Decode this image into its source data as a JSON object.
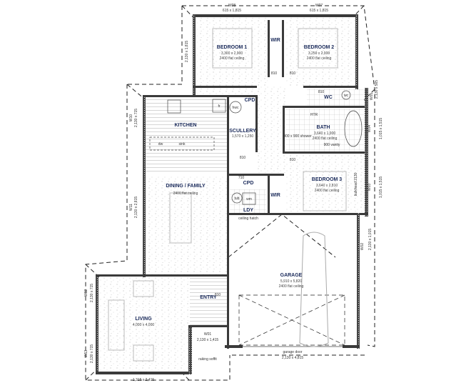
{
  "rooms": {
    "bedroom1": {
      "name": "BEDROOM 1",
      "dims": "3,300 x 2,900",
      "ceiling": "2400 flat ceiling"
    },
    "bedroom2": {
      "name": "BEDROOM 2",
      "dims": "3,250 x 2,900",
      "ceiling": "2400 flat ceiling"
    },
    "bedroom3": {
      "name": "BEDROOM 3",
      "dims": "3,640 x 2,810",
      "ceiling": "2400 flat ceiling"
    },
    "bath": {
      "name": "BATH",
      "dims": "3,640 x 1,900",
      "ceiling": "2400 flat ceiling"
    },
    "wc": {
      "name": "WC"
    },
    "kitchen": {
      "name": "KITCHEN"
    },
    "scullery": {
      "name": "SCULLERY",
      "dims": "1,570 x 1,250"
    },
    "cpd1": {
      "name": "CPD"
    },
    "cpd2": {
      "name": "CPD"
    },
    "wir1": {
      "name": "WIR"
    },
    "wir2": {
      "name": "WIR"
    },
    "dining": {
      "name": "DINING / FAMILY",
      "ceiling": "2400 flat ceiling"
    },
    "ldy": {
      "name": "LDY"
    },
    "garage": {
      "name": "GARAGE",
      "dims": "5,910 x 5,820",
      "ceiling": "2400 flat ceiling"
    },
    "living": {
      "name": "LIVING",
      "dims": "4,000 x 4,000"
    },
    "entry": {
      "name": "ENTRY"
    }
  },
  "windows": {
    "w08": {
      "id": "W08",
      "size": "615 x 1,815"
    },
    "w07": {
      "id": "W07",
      "size": "615 x 1,815"
    },
    "w09": {
      "id": "W09",
      "size": "2,130 x 1,815"
    },
    "w10": {
      "id": "W10",
      "size": "2,130 x 715"
    },
    "w11": {
      "id": "W11",
      "size": "2,130 x 2,815"
    },
    "w05": {
      "id": "W05",
      "size": "2,130 x 565"
    },
    "w04": {
      "id": "W04",
      "size": "1,015 x 1,515"
    },
    "w03": {
      "id": "W03",
      "size": "1,015 x 1,515"
    },
    "w02": {
      "id": "W02",
      "size": "2,130 x 1,015"
    },
    "w12": {
      "id": "W12",
      "size": "2,130 x 715"
    },
    "w13": {
      "id": "W13",
      "size": "2,130 x 715"
    },
    "w14": {
      "id": "W14",
      "size": "1,315 x 2,415"
    },
    "w01": {
      "id": "W01",
      "size": "2,130 x 1,415"
    }
  },
  "fixtures": {
    "fridge": "fr",
    "hwc": "hwc",
    "dw": "dw",
    "sink": "sink",
    "tub": "tub",
    "wm": "wm",
    "wc_pan": "wc",
    "htr": "HTR",
    "vanity": "900 vanity",
    "shower": "900 x 900 shower",
    "bulkhead": "bulkhead 2130",
    "ceiling_hatch": "ceiling hatch",
    "raking_soffit": "raking soffit",
    "garage_door": "garage door",
    "garage_door_size": "2,130 x 4,815"
  },
  "doors": {
    "d810": "810",
    "d710": "710",
    "d620": "620"
  }
}
